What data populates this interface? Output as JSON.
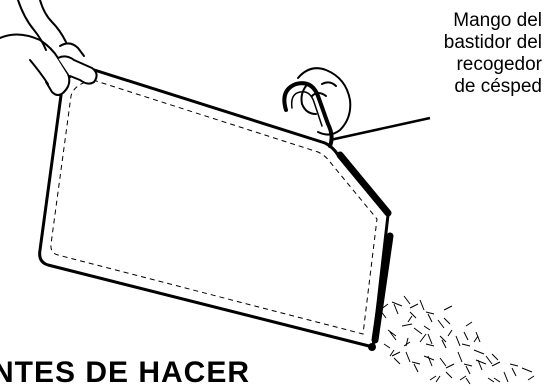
{
  "callout": {
    "lines": [
      "Mango del",
      "bastidor del",
      "recogedor",
      "de césped"
    ]
  },
  "heading": {
    "text": "NTES DE HACER"
  },
  "colors": {
    "ink": "#000000",
    "paper": "#ffffff"
  }
}
